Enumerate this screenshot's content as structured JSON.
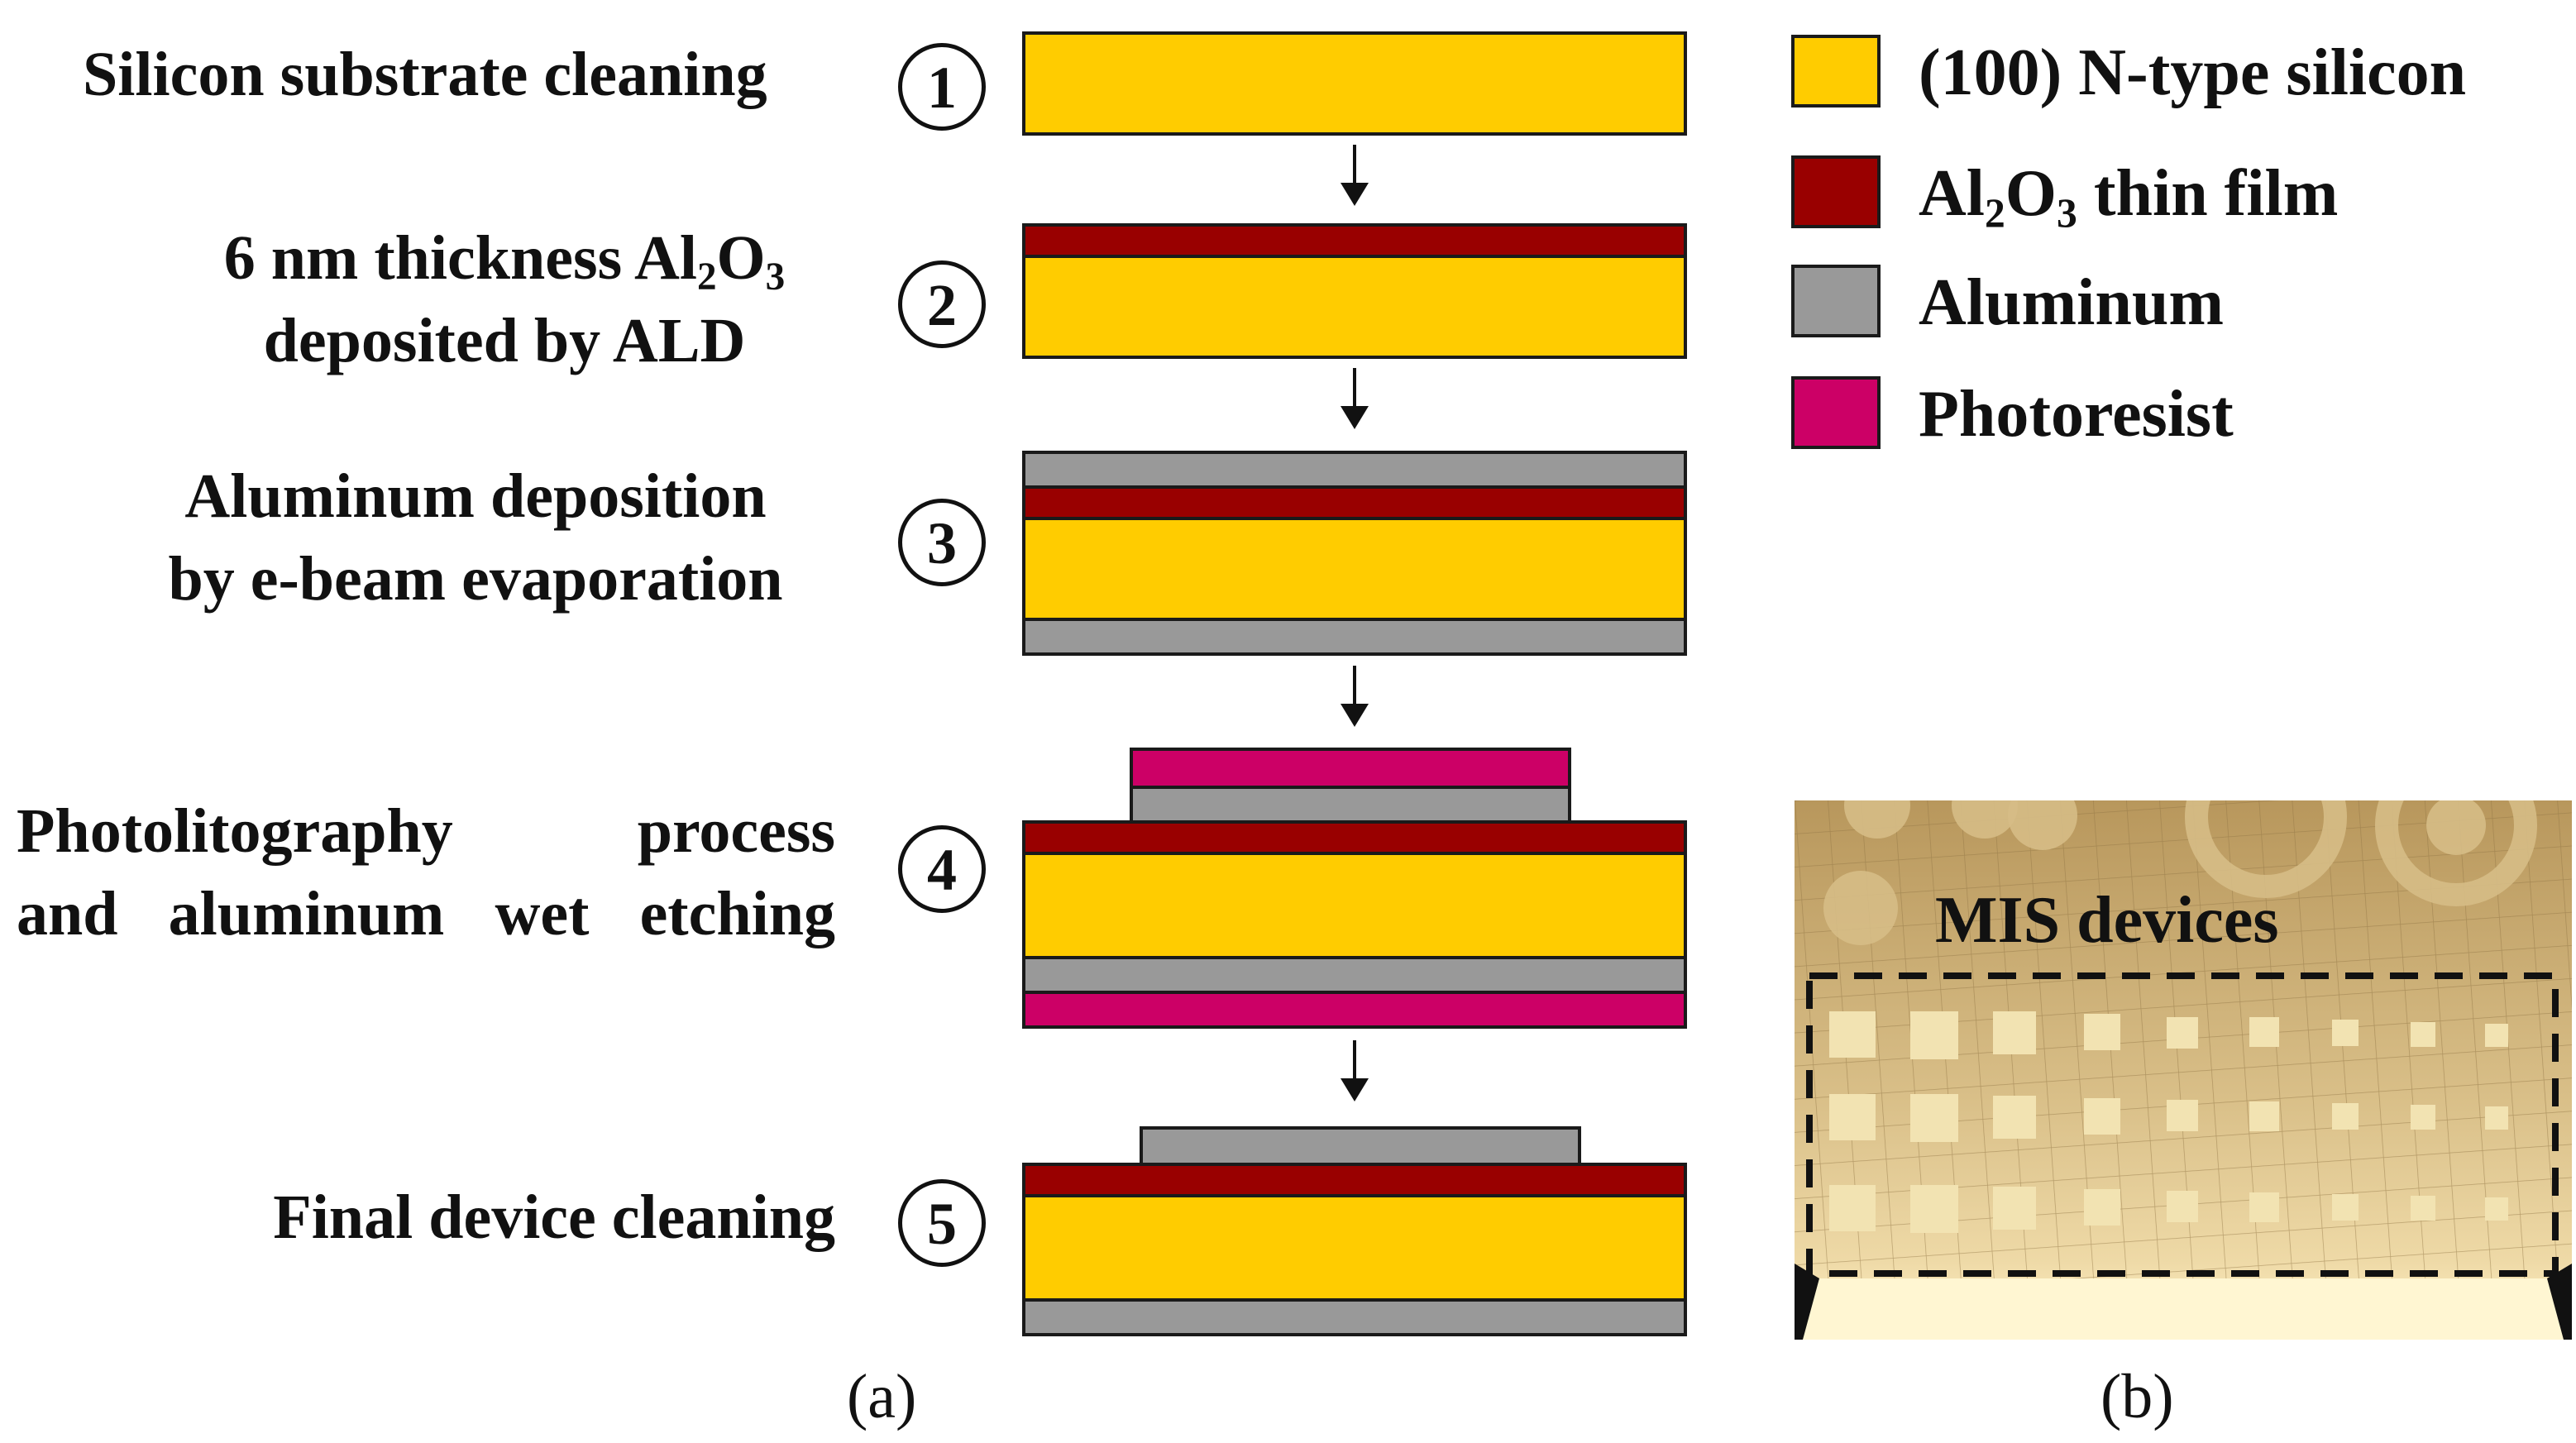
{
  "steps": [
    {
      "number": "1",
      "lines": [
        "Silicon substrate cleaning"
      ]
    },
    {
      "number": "2",
      "lines": [
        "6 nm thickness Al",
        "deposited by ALD"
      ],
      "formula": {
        "a": "Al",
        "a_sub": "2",
        "b": "O",
        "b_sub": "3"
      },
      "line1_prefix": "6 nm thickness "
    },
    {
      "number": "3",
      "lines": [
        "Aluminum deposition",
        "by e-beam evaporation"
      ]
    },
    {
      "number": "4",
      "lines": [
        "Photolitography process",
        "and aluminum wet etching"
      ]
    },
    {
      "number": "5",
      "lines": [
        "Final device cleaning"
      ]
    }
  ],
  "legend": [
    {
      "key": "si",
      "label": "(100) N-type silicon",
      "color": "#FFCC00"
    },
    {
      "key": "ox",
      "label_main": "Al",
      "sub1": "2",
      "mid": "O",
      "sub2": "3",
      "label_tail": " thin film",
      "color": "#990000"
    },
    {
      "key": "al",
      "label": "Aluminum",
      "color": "#999999"
    },
    {
      "key": "pr",
      "label": "Photoresist",
      "color": "#CC0066"
    }
  ],
  "photo_label": "MIS devices",
  "panel_labels": {
    "a": "(a)",
    "b": "(b)"
  }
}
